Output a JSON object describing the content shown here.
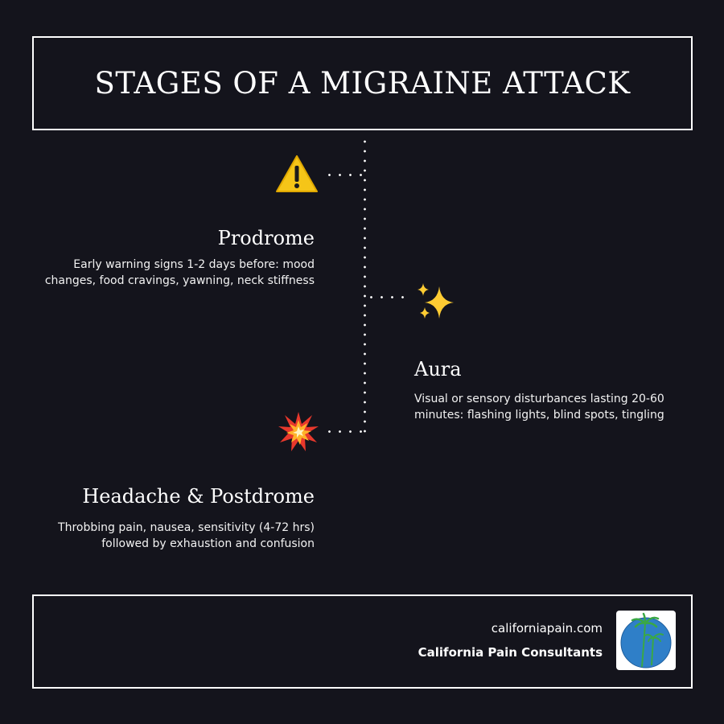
{
  "header": {
    "title": "STAGES OF A MIGRAINE ATTACK"
  },
  "stages": [
    {
      "icon": "warning-icon",
      "title": "Prodrome",
      "description": "Early warning signs 1-2 days before: mood changes, food cravings, yawning, neck stiffness"
    },
    {
      "icon": "sparkles-icon",
      "title": "Aura",
      "description": "Visual or sensory disturbances lasting 20-60 minutes: flashing lights, blind spots, tingling"
    },
    {
      "icon": "collision-icon",
      "title": "Headache & Postdrome",
      "description": "Throbbing pain, nausea, sensitivity (4-72 hrs) followed by exhaustion and confusion"
    }
  ],
  "footer": {
    "website": "californiapain.com",
    "company": "California Pain Consultants",
    "logo": "palm-tree-globe-logo"
  },
  "colors": {
    "background": "#14141c",
    "text": "#ffffff",
    "warning_yellow": "#f5c518",
    "sparkle_yellow": "#ffcc33",
    "burst_red": "#e8382c",
    "logo_blue": "#2f7fc8",
    "logo_green": "#3aa845"
  }
}
